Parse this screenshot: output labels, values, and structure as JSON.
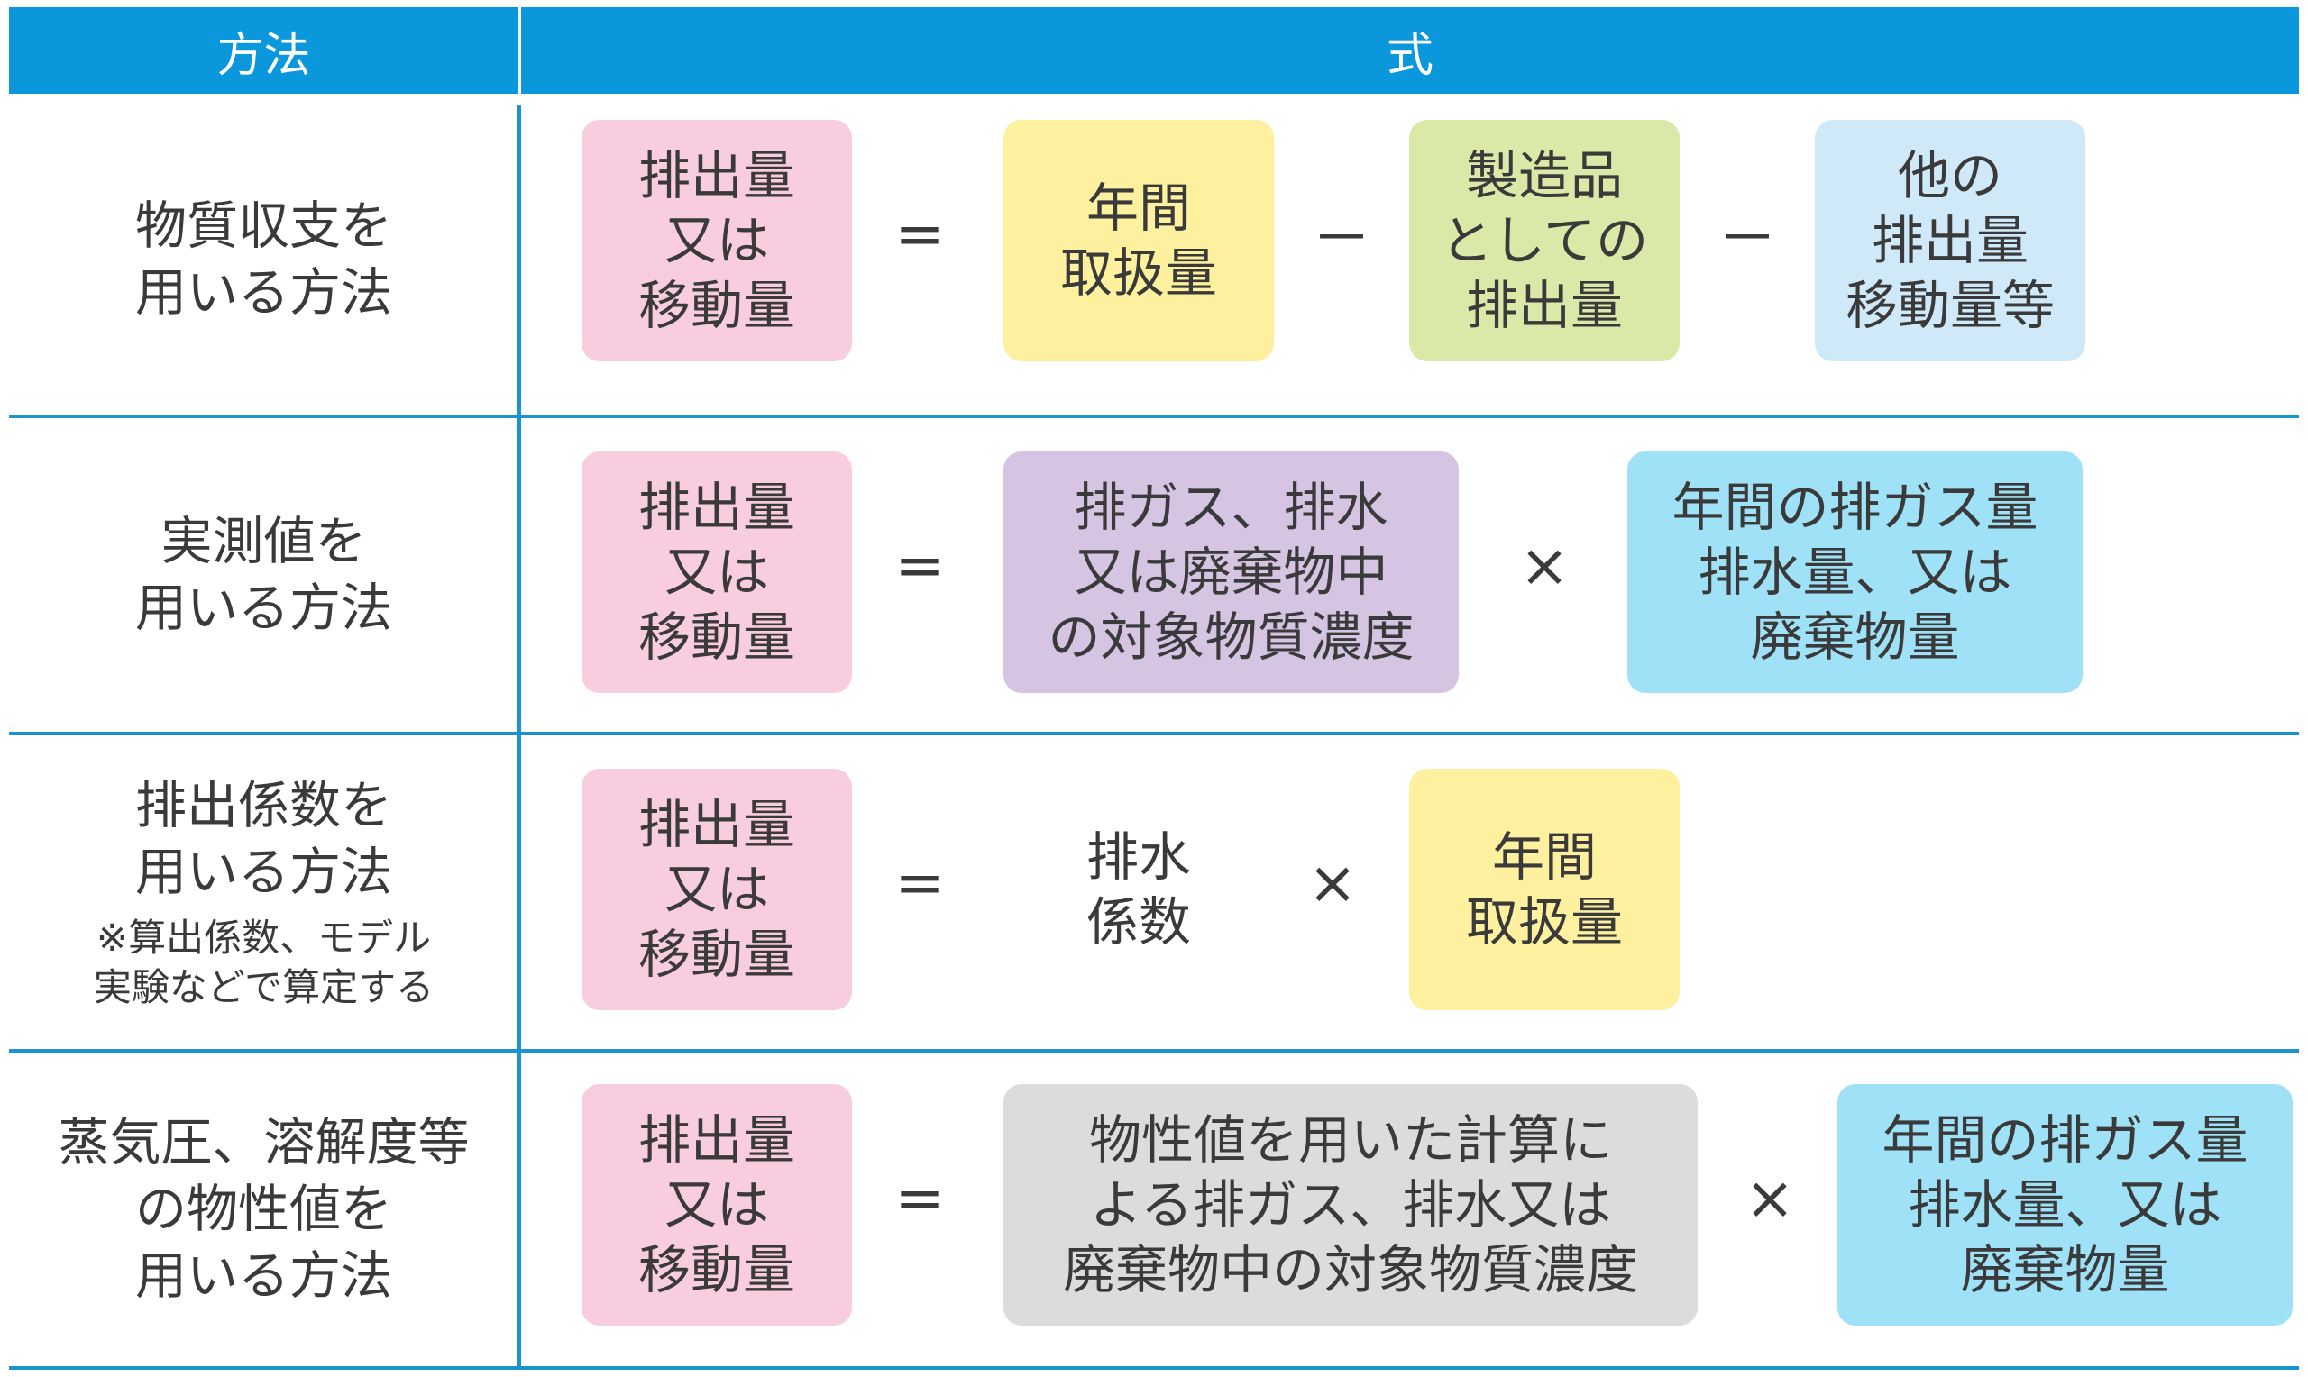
{
  "header": {
    "method": "方法",
    "formula": "式"
  },
  "rows": [
    {
      "method": [
        "物質収支を",
        "用いる方法"
      ],
      "result": [
        "排出量",
        "又は",
        "移動量"
      ],
      "ops": [
        "=",
        "－",
        "－"
      ],
      "terms": [
        [
          "年間",
          "取扱量"
        ],
        [
          "製造品",
          "としての",
          "排出量"
        ],
        [
          "他の",
          "排出量",
          "移動量等"
        ]
      ]
    },
    {
      "method": [
        "実測値を",
        "用いる方法"
      ],
      "result": [
        "排出量",
        "又は",
        "移動量"
      ],
      "ops": [
        "=",
        "×"
      ],
      "terms": [
        [
          "排ガス、排水",
          "又は廃棄物中",
          "の対象物質濃度"
        ],
        [
          "年間の排ガス量",
          "排水量、又は",
          "廃棄物量"
        ]
      ]
    },
    {
      "method": [
        "排出係数を",
        "用いる方法"
      ],
      "note": [
        "※算出係数、モデル",
        "実験などで算定する"
      ],
      "result": [
        "排出量",
        "又は",
        "移動量"
      ],
      "ops": [
        "=",
        "×"
      ],
      "terms": [
        [
          "排水",
          "係数"
        ],
        [
          "年間",
          "取扱量"
        ]
      ]
    },
    {
      "method": [
        "蒸気圧、溶解度等",
        "の物性値を",
        "用いる方法"
      ],
      "result": [
        "排出量",
        "又は",
        "移動量"
      ],
      "ops": [
        "=",
        "×"
      ],
      "terms": [
        [
          "物性値を用いた計算に",
          "よる排ガス、排水又は",
          "廃棄物中の対象物質濃度"
        ],
        [
          "年間の排ガス量",
          "排水量、又は",
          "廃棄物量"
        ]
      ]
    }
  ]
}
